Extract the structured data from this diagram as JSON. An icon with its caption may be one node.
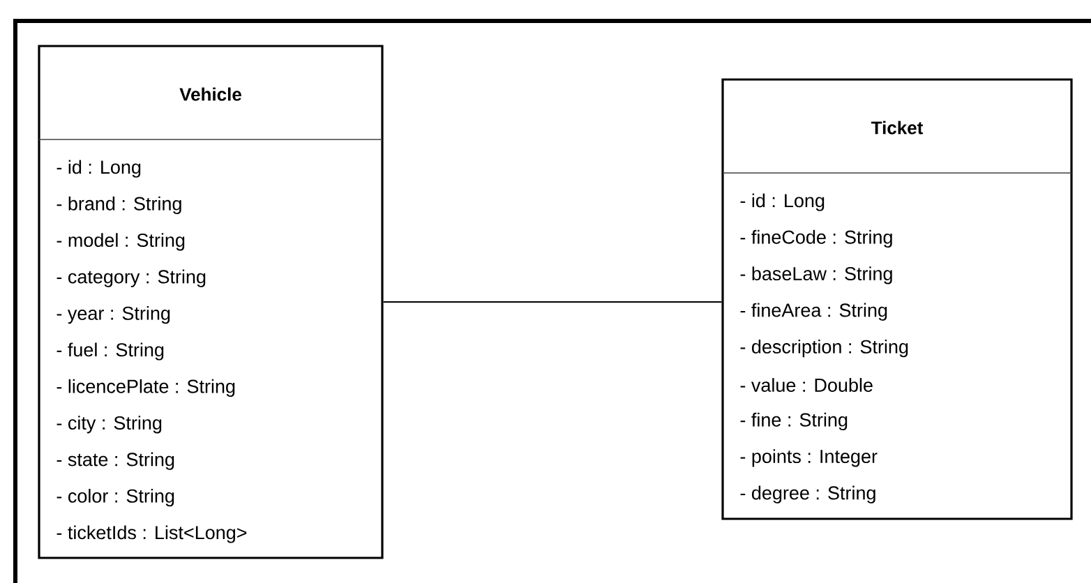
{
  "diagram": {
    "nodes": [
      {
        "text": [
          "Vehicle",
          "- id : Long",
          "- brand : String",
          "- model : String",
          "- category : String",
          "- year : String",
          "- fuel : String",
          "- licencePlate : String",
          "- city : String",
          "- state : String",
          "- color : String",
          "- ticketIds : List<Long>"
        ]
      },
      {
        "text": [
          "Ticket",
          "- id : Long",
          "- fineCode : String",
          "- baseLaw : String",
          "- fineArea : String",
          "- description : String",
          "- value : Double",
          "- fine : String",
          "- points : Integer",
          "- degree : String"
        ]
      }
    ],
    "edges": [
      {
        "from": 0,
        "to": 1,
        "arrow": "none"
      }
    ]
  }
}
